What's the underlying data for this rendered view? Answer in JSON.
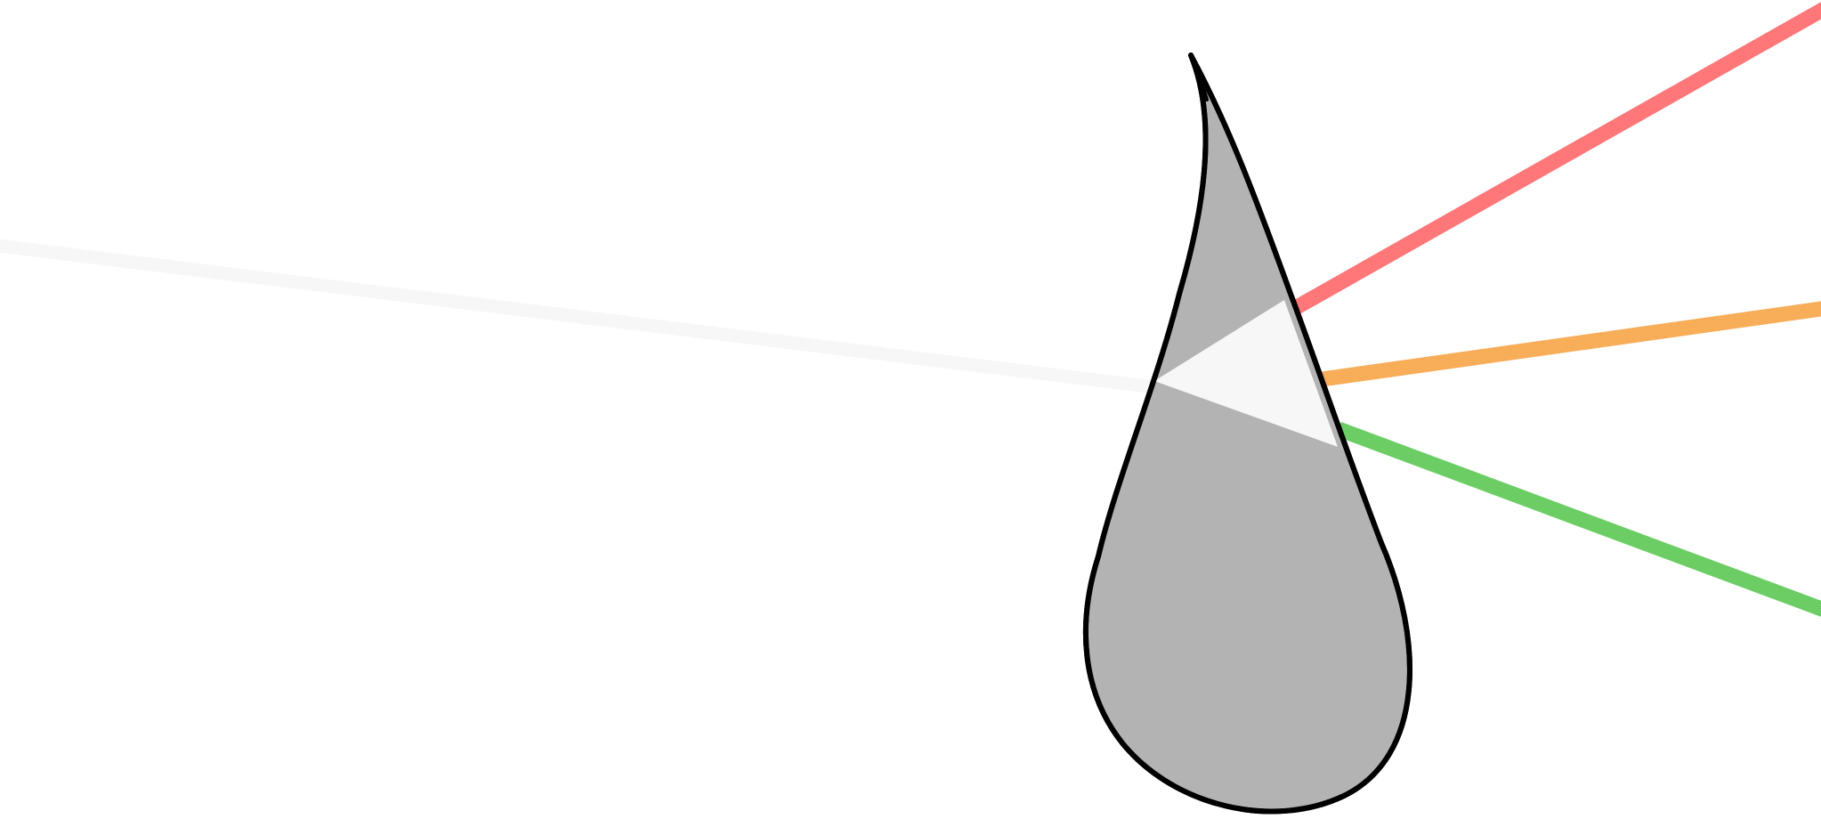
{
  "scene": {
    "background": "#ffffff",
    "subject": "water-droplet-dispersing-light"
  },
  "colors": {
    "incoming_beam": "#f7f7f7",
    "inner_beam": "#f7f7f7",
    "droplet_fill": "#b3b3b3",
    "droplet_outline": "#000000",
    "red_ray": "#ff7778",
    "orange_ray": "#f8ad59",
    "green_ray": "#6bcd63"
  },
  "rays": [
    {
      "name": "red",
      "color_key": "red_ray"
    },
    {
      "name": "orange",
      "color_key": "orange_ray"
    },
    {
      "name": "green",
      "color_key": "green_ray"
    }
  ]
}
